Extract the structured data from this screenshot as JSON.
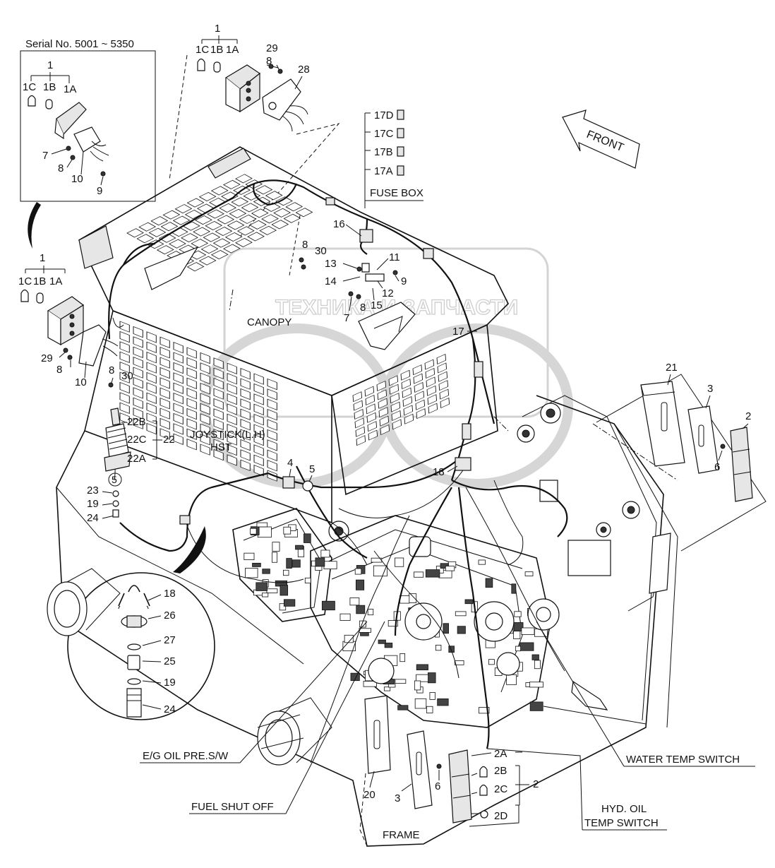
{
  "serial_box": {
    "title": "Serial No. 5001 ~ 5350",
    "callouts": [
      "1",
      "1C",
      "1B",
      "1A",
      "7",
      "8",
      "10",
      "9"
    ]
  },
  "lamp_top": {
    "callouts": [
      "1",
      "1C",
      "1B",
      "1A",
      "29",
      "8",
      "28"
    ]
  },
  "lamp_left": {
    "callouts": [
      "1",
      "1C",
      "1B",
      "1A",
      "29",
      "8",
      "10",
      "8",
      "30"
    ]
  },
  "fuse_box": {
    "callouts": [
      "17D",
      "17C",
      "17B",
      "17A"
    ],
    "label": "FUSE BOX"
  },
  "direction": {
    "label": "FRONT"
  },
  "canopy": {
    "label": "CANOPY",
    "callouts": [
      "16",
      "8",
      "30",
      "13",
      "11",
      "14",
      "9",
      "12",
      "8",
      "15",
      "7",
      "17",
      "18"
    ]
  },
  "joystick": {
    "label_line1": "JOYSTICK(L.H)",
    "label_line2": "HST",
    "callouts": [
      "22B",
      "22C",
      "22",
      "22A",
      "5",
      "23",
      "19",
      "24",
      "4",
      "5"
    ]
  },
  "rear_lamp": {
    "callouts": [
      "21",
      "3",
      "2",
      "6"
    ]
  },
  "detail": {
    "callouts": [
      "18",
      "26",
      "27",
      "25",
      "19",
      "24"
    ]
  },
  "front_lamp": {
    "callouts": [
      "20",
      "3",
      "6",
      "2A",
      "2B",
      "2C",
      "2",
      "2D"
    ]
  },
  "labels": {
    "eg_oil": "E/G OIL PRE.S/W",
    "fuel_shut": "FUEL SHUT OFF",
    "frame": "FRAME",
    "water_temp": "WATER TEMP SWITCH",
    "hyd_oil_line1": "HYD. OIL",
    "hyd_oil_line2": "TEMP SWITCH"
  },
  "watermark": {
    "text": "ТЕХНИКА И ЗАПЧАСТИ"
  }
}
